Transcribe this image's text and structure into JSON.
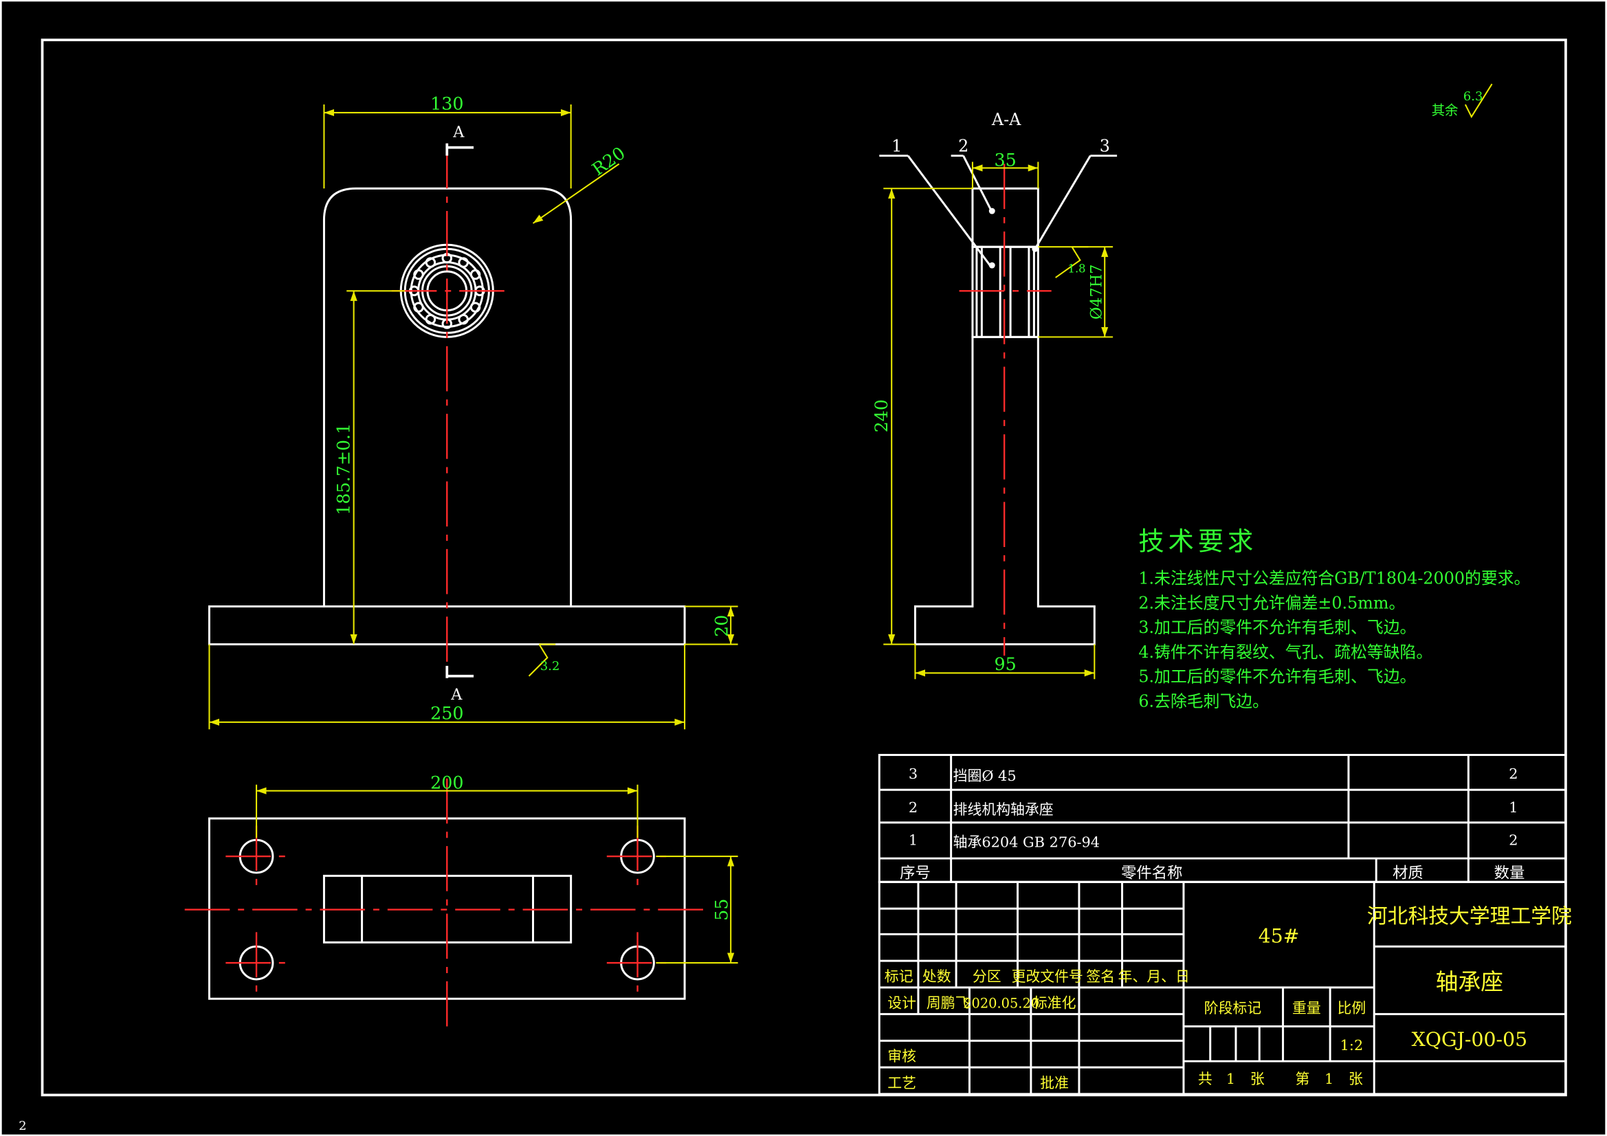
{
  "views": {
    "section_label": "A-A",
    "cut_label": "A",
    "dimensions": {
      "front_width_top": "130",
      "front_radius": "R20",
      "front_height": "185.7±0.1",
      "front_base_thick": "20",
      "front_base_width": "250",
      "plan_hole_spacing_x": "200",
      "plan_hole_spacing_y": "55",
      "section_width": "35",
      "section_bore": "Ø47H7",
      "section_height": "240",
      "section_base_width": "95"
    },
    "balloons": [
      "1",
      "2",
      "3"
    ],
    "roughness": {
      "bore": "1.8",
      "base": "3.2",
      "others_label": "其余",
      "others_value": "6.3"
    }
  },
  "tech_requirements": {
    "title": "技术要求",
    "items": [
      "1.未注线性尺寸公差应符合GB/T1804-2000的要求。",
      "2.未注长度尺寸允许偏差±0.5mm。",
      "3.加工后的零件不允许有毛刺、飞边。",
      "4.铸件不许有裂纹、气孔、疏松等缺陷。",
      "5.加工后的零件不允许有毛刺、飞边。",
      "6.去除毛刺飞边。"
    ]
  },
  "parts_list": {
    "rows": [
      {
        "no": "3",
        "name": "挡圈Ø 45",
        "qty": "2"
      },
      {
        "no": "2",
        "name": "排线机构轴承座",
        "qty": "1"
      },
      {
        "no": "1",
        "name": "轴承6204 GB 276-94",
        "qty": "2"
      }
    ],
    "headers": {
      "no": "序号",
      "name": "零件名称",
      "material": "材质",
      "qty": "数量"
    }
  },
  "title_block": {
    "material": "45#",
    "school": "河北科技大学理工学院",
    "part_name": "轴承座",
    "drawing_no": "XQGJ-00-05",
    "rev_headers": [
      "标记",
      "处数",
      "分区",
      "更改文件号",
      "签名",
      "年、月、日"
    ],
    "design_label": "设计",
    "designer": "周鹏飞",
    "design_date": "2020.05.20",
    "standard_label": "标准化",
    "review_label": "审核",
    "process_label": "工艺",
    "approve_label": "批准",
    "stage_label": "阶段标记",
    "weight_label": "重量",
    "scale_label": "比例",
    "scale": "1:2",
    "sheets_total_label": "共",
    "sheets_total": "1",
    "sheet_unit": "张",
    "sheet_no_label": "第",
    "sheet_no": "1"
  },
  "corner_mark": "2",
  "colors": {
    "dimension": "#e8e800",
    "text": "#33ff33",
    "centerline": "#ff2a2a",
    "outline": "#ffffff",
    "background": "#000000"
  }
}
